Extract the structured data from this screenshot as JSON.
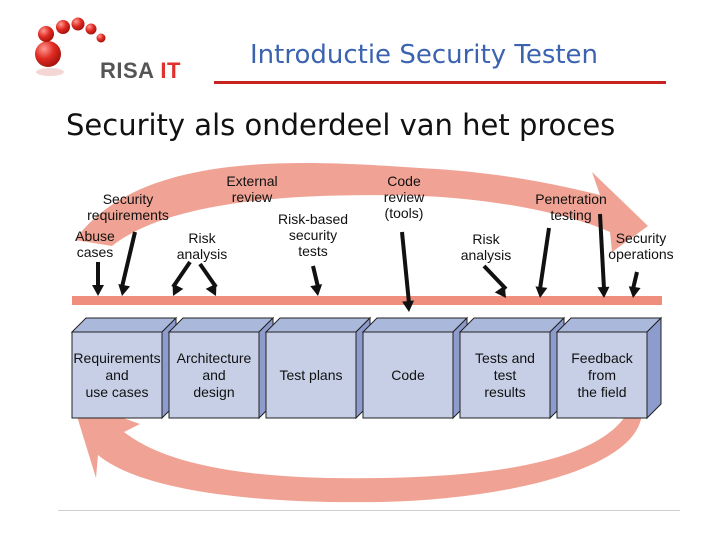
{
  "logo": {
    "brand": "RISA",
    "suffix": "IT"
  },
  "header": {
    "title": "Introductie Security Testen"
  },
  "subtitle": "Security als onderdeel van het proces",
  "diagram": {
    "phases": [
      {
        "lines": [
          "Requirements",
          "and",
          "use cases"
        ]
      },
      {
        "lines": [
          "Architecture",
          "and",
          "design"
        ]
      },
      {
        "lines": [
          "Test plans"
        ]
      },
      {
        "lines": [
          "Code"
        ]
      },
      {
        "lines": [
          "Tests and",
          "test",
          "results"
        ]
      },
      {
        "lines": [
          "Feedback",
          "from",
          "the field"
        ]
      }
    ],
    "activities": [
      {
        "lines": [
          "Security",
          "requirements"
        ]
      },
      {
        "lines": [
          "External",
          "review"
        ]
      },
      {
        "lines": [
          "Code",
          "review",
          "(tools)"
        ]
      },
      {
        "lines": [
          "Penetration",
          "testing"
        ]
      },
      {
        "lines": [
          "Abuse",
          "cases"
        ]
      },
      {
        "lines": [
          "Risk",
          "analysis"
        ]
      },
      {
        "lines": [
          "Risk-based",
          "security",
          "tests"
        ]
      },
      {
        "lines": [
          "Risk",
          "analysis"
        ]
      },
      {
        "lines": [
          "Security",
          "operations"
        ]
      }
    ],
    "colors": {
      "cycle_arrow": "#f0a394",
      "timeline": "#ef8e7d",
      "box_face": "#c6cfe6",
      "box_top": "#aab8db",
      "box_side": "#8d9ccc",
      "box_stroke": "#222222",
      "arrow": "#111111"
    }
  }
}
